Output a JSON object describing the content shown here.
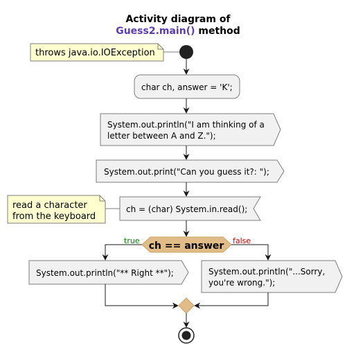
{
  "title": {
    "line1": "Activity diagram of",
    "method_name": "Guess2.main()",
    "method_suffix": " method"
  },
  "colors": {
    "method_name": "#5b3cb5",
    "node_fill": "#f1f1f1",
    "node_stroke": "#7d7d7d",
    "note_fill": "#fefece",
    "decision_fill": "#e2bc86",
    "true_guard": "#008000",
    "false_guard": "#cc0000",
    "ink": "#181818"
  },
  "notes": {
    "exception": "throws java.io.IOException",
    "read_line1": "read a character",
    "read_line2": "from the keyboard"
  },
  "nodes": {
    "declare": "char ch, answer = 'K';",
    "println_line1": "System.out.println(\"I am thinking of a",
    "println_line2": "letter between A and Z.\");",
    "print_prompt": "System.out.print(\"Can you guess it?: \");",
    "read": "ch = (char) System.in.read();",
    "right": "System.out.println(\"** Right **\");",
    "wrong_line1": "System.out.println(\"...Sorry,",
    "wrong_line2": "you're wrong.\");"
  },
  "decision": {
    "condition": "ch == answer",
    "true_label": "true",
    "false_label": "false"
  }
}
